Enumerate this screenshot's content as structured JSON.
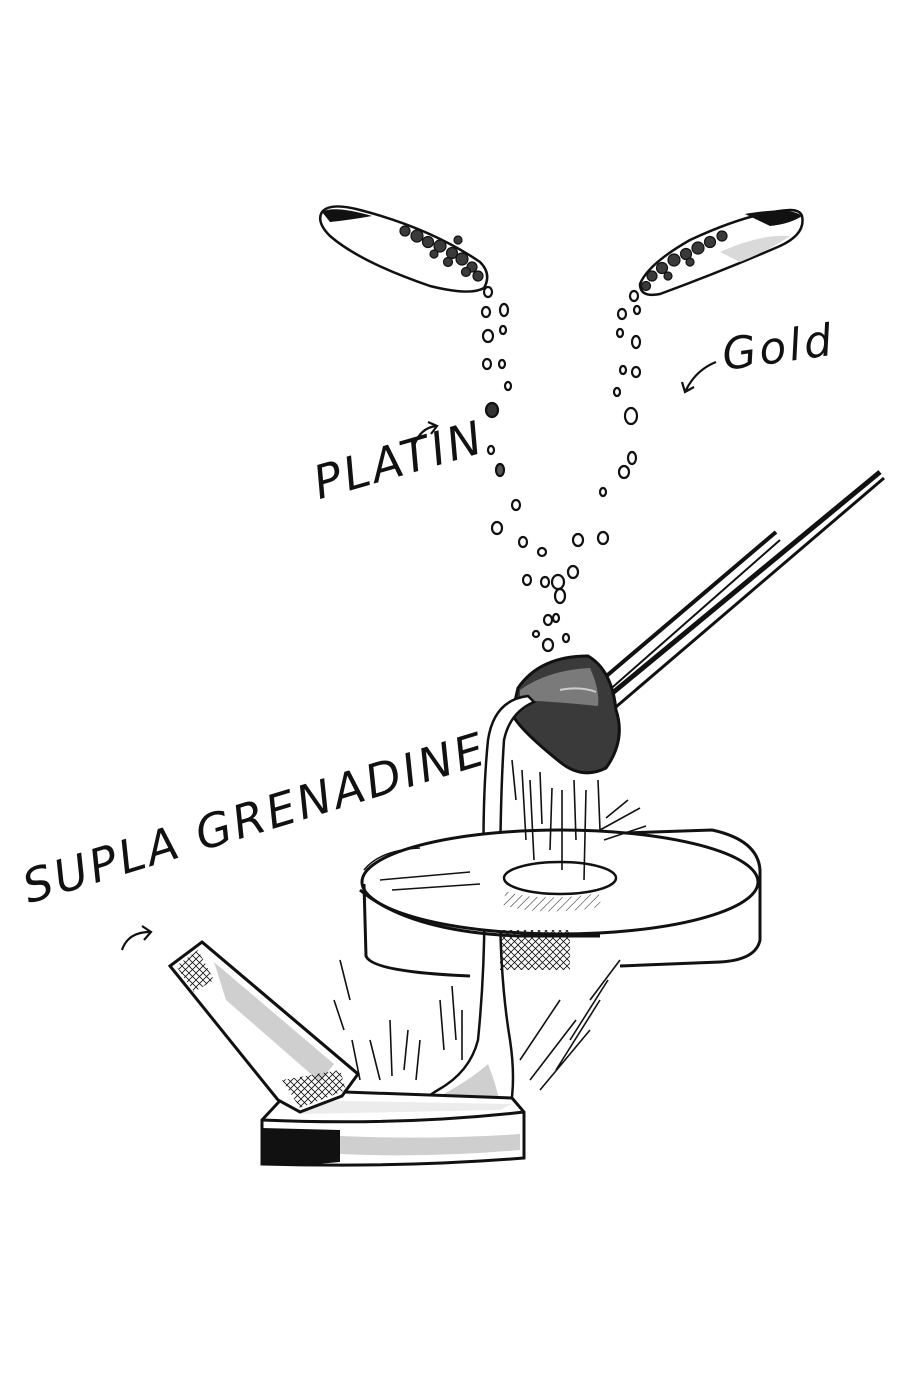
{
  "labels": {
    "gold": "Gold",
    "platin": "PLATIN",
    "supla": "SUPLA GRENADINE"
  },
  "colors": {
    "ink": "#111111",
    "shade": "#bdbdbd",
    "metal_dark": "#3a3a3a",
    "metal_light": "#e6e6e6"
  }
}
